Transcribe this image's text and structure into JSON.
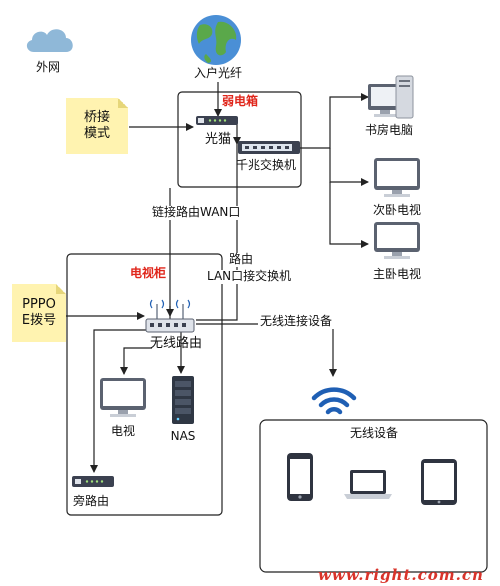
{
  "nodes": {
    "internet": "外网",
    "fiber": "入户光纤",
    "modem": "光猫",
    "gigabit_switch": "千兆交换机",
    "study_pc": "书房电脑",
    "second_bedroom_tv": "次卧电视",
    "master_bedroom_tv": "主卧电视",
    "wireless_router": "无线路由",
    "tv": "电视",
    "nas": "NAS",
    "side_router": "旁路由"
  },
  "containers": {
    "weak_box": "弱电箱",
    "tv_cabinet": "电视柜",
    "wireless_devices": "无线设备"
  },
  "notes": {
    "bridge_mode": [
      "桥接",
      "模式"
    ],
    "pppoe": [
      "PPPO",
      "E拨号"
    ]
  },
  "edge_labels": {
    "wan_link": "链接路由WAN口",
    "lan_switch": [
      "路由",
      "LAN口接交换机"
    ],
    "wireless_link": "无线连接设备"
  },
  "colors": {
    "accent_red": "#e0261b",
    "wifi_blue": "#1f5fb4",
    "cloud_blue": "#8fb8d8",
    "note_yellow": "#fff3b0",
    "device_dark": "#3b4150"
  },
  "icons": [
    "cloud-icon",
    "globe-icon",
    "modem-icon",
    "switch-icon",
    "desktop-pc-icon",
    "monitor-icon",
    "router-icon",
    "server-icon",
    "wifi-icon",
    "phone-icon",
    "laptop-icon",
    "tablet-icon"
  ],
  "watermark": "www.right.com.cn"
}
